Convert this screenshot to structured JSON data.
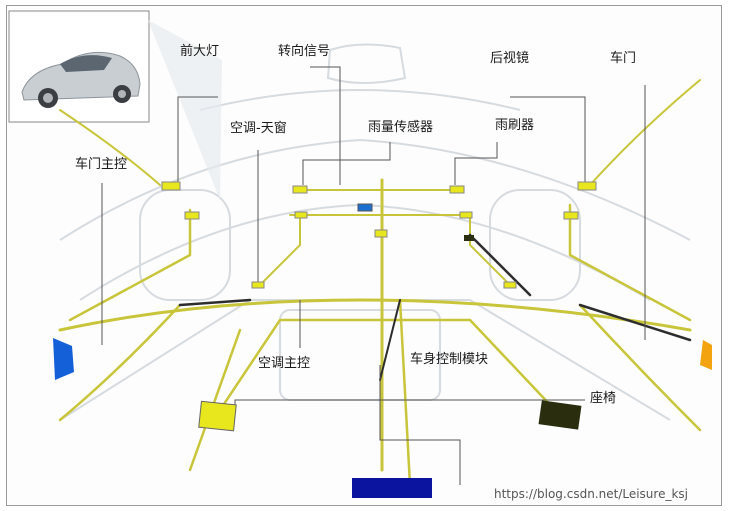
{
  "labels": {
    "headlight": "前大灯",
    "turn_signal": "转向信号",
    "mirror": "后视镜",
    "door": "车门",
    "ac_sunroof": "空调-天窗",
    "rain_sensor": "雨量传感器",
    "wiper": "雨刷器",
    "door_master": "车门主控",
    "ac_master": "空调主控",
    "bcm": "车身控制模块",
    "seat": "座椅"
  },
  "watermark": "https://blog.csdn.net/Leisure_ksj",
  "colors": {
    "wire": "#c9c53a",
    "wire_dark": "#2d2d2d",
    "module_yellow": "#e8e61c",
    "module_blue": "#0a149e",
    "module_dark": "#2a2e0e",
    "door_blue": "#1460d8",
    "door_orange": "#f2a30f",
    "leader": "#555555"
  }
}
